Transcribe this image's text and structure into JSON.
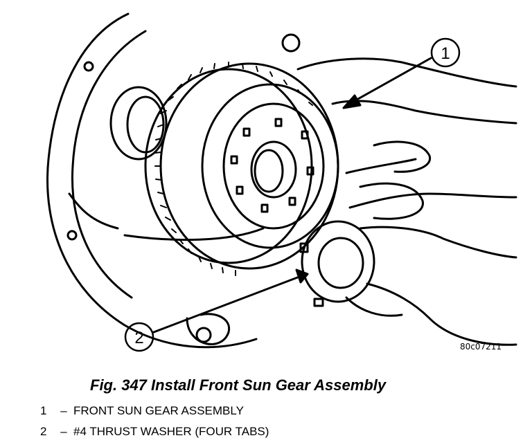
{
  "figure": {
    "code": "80c07211",
    "caption": "Fig. 347 Install Front Sun Gear Assembly"
  },
  "callouts": [
    {
      "number": "1",
      "text": "FRONT SUN GEAR ASSEMBLY"
    },
    {
      "number": "2",
      "text": "#4 THRUST WASHER (FOUR TABS)"
    }
  ],
  "separator": "–"
}
